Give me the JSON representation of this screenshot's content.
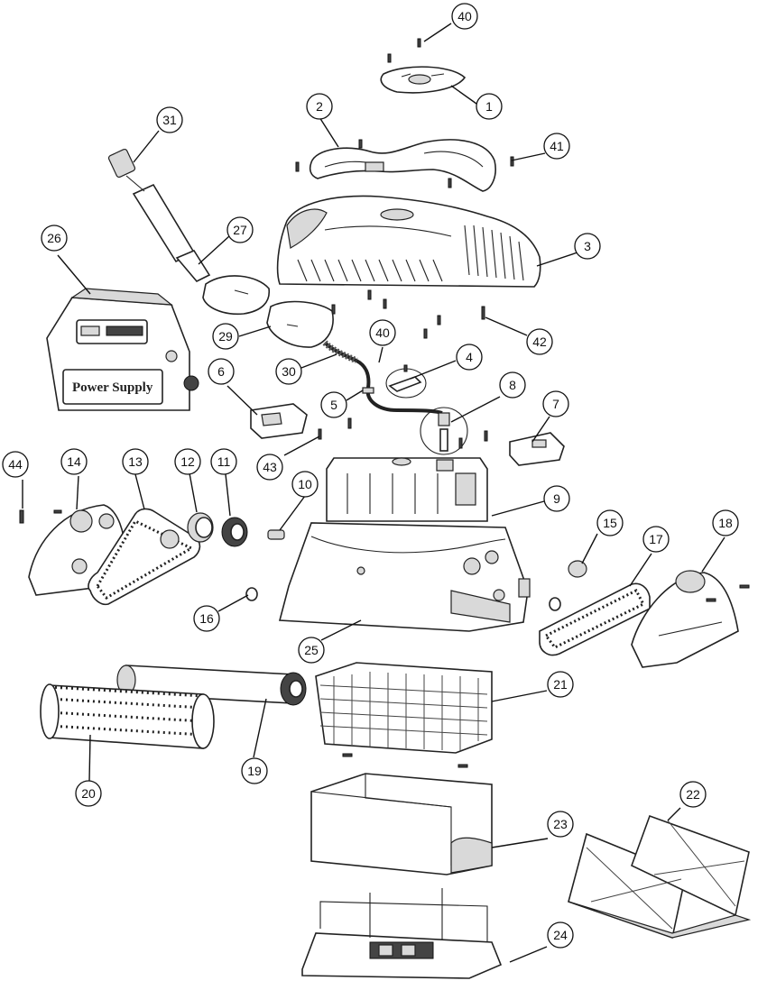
{
  "callouts": [
    {
      "id": "c40a",
      "label": "40"
    },
    {
      "id": "c1",
      "label": "1"
    },
    {
      "id": "c2",
      "label": "2"
    },
    {
      "id": "c41",
      "label": "41"
    },
    {
      "id": "c31",
      "label": "31"
    },
    {
      "id": "c27",
      "label": "27"
    },
    {
      "id": "c26",
      "label": "26"
    },
    {
      "id": "c3",
      "label": "3"
    },
    {
      "id": "c42",
      "label": "42"
    },
    {
      "id": "c29",
      "label": "29"
    },
    {
      "id": "c40b",
      "label": "40"
    },
    {
      "id": "c4",
      "label": "4"
    },
    {
      "id": "c30",
      "label": "30"
    },
    {
      "id": "c6",
      "label": "6"
    },
    {
      "id": "c5",
      "label": "5"
    },
    {
      "id": "c8",
      "label": "8"
    },
    {
      "id": "c7",
      "label": "7"
    },
    {
      "id": "c43",
      "label": "43"
    },
    {
      "id": "c44",
      "label": "44"
    },
    {
      "id": "c14",
      "label": "14"
    },
    {
      "id": "c13",
      "label": "13"
    },
    {
      "id": "c12",
      "label": "12"
    },
    {
      "id": "c11",
      "label": "11"
    },
    {
      "id": "c10",
      "label": "10"
    },
    {
      "id": "c9",
      "label": "9"
    },
    {
      "id": "c15",
      "label": "15"
    },
    {
      "id": "c17",
      "label": "17"
    },
    {
      "id": "c18",
      "label": "18"
    },
    {
      "id": "c16",
      "label": "16"
    },
    {
      "id": "c25",
      "label": "25"
    },
    {
      "id": "c21",
      "label": "21"
    },
    {
      "id": "c19",
      "label": "19"
    },
    {
      "id": "c20",
      "label": "20"
    },
    {
      "id": "c22",
      "label": "22"
    },
    {
      "id": "c23",
      "label": "23"
    },
    {
      "id": "c24",
      "label": "24"
    }
  ],
  "power_supply_label": "Power Supply"
}
